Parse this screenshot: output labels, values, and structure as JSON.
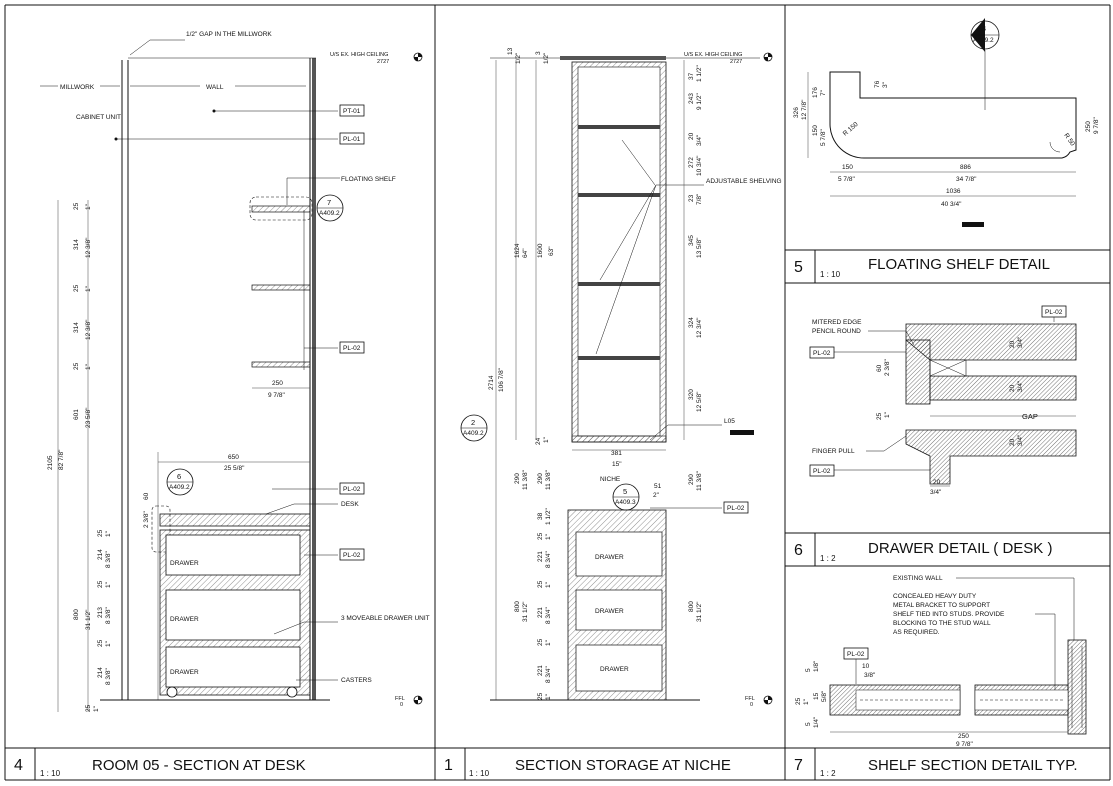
{
  "panel_a": {
    "number": "4",
    "scale": "1 : 10",
    "title": "ROOM 05 - SECTION AT  DESK",
    "gap_note": "1/2\" GAP IN THE MILLWORK",
    "ceiling_label": "U/S EX. HIGH CEILING",
    "ceiling_value": "2727",
    "millwork": "MILLWORK",
    "wall": "WALL",
    "cabinet_unit": "CABINET UNIT",
    "tags": {
      "pt01": "PT-01",
      "pl01": "PL-01",
      "pl02a": "PL-02",
      "pl02b": "PL-02",
      "pl02c": "PL-02"
    },
    "floating_shelf": "FLOATING SHELF",
    "callout_7": {
      "num": "7",
      "sheet": "A409.2"
    },
    "callout_6": {
      "num": "6",
      "sheet": "A409.2"
    },
    "desk": "DESK",
    "drawer_units": "3 MOVEABLE DRAWER UNIT",
    "casters": "CASTERS",
    "drawers": [
      "DRAWER",
      "DRAWER",
      "DRAWER"
    ],
    "ffl": "FFL",
    "ffl_value": "0",
    "dims": {
      "d250": "250",
      "d250i": "9 7/8\"",
      "d650": "650",
      "d650i": "25 5/8\"",
      "d2105": "2105",
      "d2105i": "82 7/8\"",
      "d601": "601",
      "d601i": "23 5/8\"",
      "d800": "800",
      "d800i": "31 1/2\"",
      "left": [
        {
          "mm": "25",
          "in": "1\""
        },
        {
          "mm": "314",
          "in": "12 3/8\""
        },
        {
          "mm": "25",
          "in": "1\""
        },
        {
          "mm": "314",
          "in": "12 3/8\""
        },
        {
          "mm": "25",
          "in": "1\""
        }
      ],
      "desk60": "60",
      "desk60i": "2 3/8\"",
      "drawer_col": [
        {
          "mm": "25",
          "in": "1\""
        },
        {
          "mm": "214",
          "in": "8 3/8\""
        },
        {
          "mm": "25",
          "in": "1\""
        },
        {
          "mm": "213",
          "in": "8 3/8\""
        },
        {
          "mm": "25",
          "in": "1\""
        },
        {
          "mm": "214",
          "in": "8 3/8\""
        }
      ],
      "bottom25": "25",
      "bottom25i": "1\""
    }
  },
  "panel_b": {
    "number": "1",
    "scale": "1 : 10",
    "title": "SECTION STORAGE AT NICHE",
    "ceiling_label": "U/S EX. HIGH CEILING",
    "ceiling_value": "2727",
    "adjustable": "ADJUSTABLE SHELVING",
    "l05": "L05",
    "niche": "NICHE",
    "callout_2": {
      "num": "2",
      "sheet": "A409.2"
    },
    "callout_5": {
      "num": "5",
      "sheet": "A409.3"
    },
    "pl02": "PL-02",
    "drawers": [
      "DRAWER",
      "DRAWER",
      "DRAWER"
    ],
    "ffl": "FFL",
    "ffl_value": "0",
    "dims": {
      "top13": "13",
      "top13i": "1/2\"",
      "top3": "3",
      "top3i": "1/2\"",
      "d1624": "1624",
      "d1624i": "64\"",
      "d1600": "1600",
      "d1600i": "63\"",
      "d2714": "2714",
      "d2714i": "106 7/8\"",
      "d24": "24",
      "d24i": "1\"",
      "d290": "290",
      "d290i": "11 3/8\"",
      "d290b": "290",
      "d290bi": "11 3/8\"",
      "d38": "38",
      "d38i": "1 1/2\"",
      "d381": "381",
      "d381i": "15\"",
      "d51": "51",
      "d51i": "2\"",
      "d800": "800",
      "d800i": "31 1/2\"",
      "d800r": "800",
      "d800ri": "31 1/2\"",
      "right": [
        {
          "mm": "37",
          "in": "1 1/2\""
        },
        {
          "mm": "243",
          "in": "9 1/2\""
        },
        {
          "mm": "20",
          "in": "3/4\""
        },
        {
          "mm": "272",
          "in": "10 3/4\""
        },
        {
          "mm": "23",
          "in": "7/8\""
        },
        {
          "mm": "345",
          "in": "13 5/8\""
        },
        {
          "mm": "324",
          "in": "12 3/4\""
        },
        {
          "mm": "320",
          "in": "12 5/8\""
        }
      ],
      "drawer_col": [
        {
          "mm": "25",
          "in": "1\""
        },
        {
          "mm": "221",
          "in": "8 3/4\""
        },
        {
          "mm": "25",
          "in": "1\""
        },
        {
          "mm": "221",
          "in": "8 3/4\""
        },
        {
          "mm": "25",
          "in": "1\""
        },
        {
          "mm": "221",
          "in": "8 3/4\""
        },
        {
          "mm": "25",
          "in": "1\""
        }
      ]
    }
  },
  "panel_c": {
    "number": "5",
    "scale": "1 : 10",
    "title": "FLOATING SHELF  DETAIL",
    "callout_4": {
      "num": "4",
      "sheet": "A409.2"
    },
    "r150": "R 150",
    "r50": "R 50",
    "dims": {
      "d326": "326",
      "d326i": "12 7/8\"",
      "d176": "176",
      "d176i": "7\"",
      "d150v": "150",
      "d150vi": "5 7/8\"",
      "d76": "76",
      "d76i": "3\"",
      "d250": "250",
      "d250i": "9 7/8\"",
      "d150": "150",
      "d150i": "5 7/8\"",
      "d886": "886",
      "d886i": "34 7/8\"",
      "d1036": "1036",
      "d1036i": "40 3/4\""
    }
  },
  "panel_d": {
    "number": "6",
    "scale": "1 : 2",
    "title": "DRAWER DETAIL ( DESK )",
    "mitered": "MITERED EDGE",
    "pencil": "PENCIL ROUND",
    "pl02a": "PL-02",
    "pl02b": "PL-02",
    "pl02c": "PL-02",
    "finger": "FINGER PULL",
    "gap": "GAP",
    "dims": {
      "d60": "60",
      "d60i": "2 3/8\"",
      "d25": "25",
      "d25i": "1\"",
      "d20a": "20",
      "d20ai": "3/4\"",
      "d20b": "20",
      "d20bi": "3/4\"",
      "d20c": "20",
      "d20ci": "3/4\"",
      "d20h": "20",
      "d20hi": "3/4\""
    }
  },
  "panel_e": {
    "number": "7",
    "scale": "1 : 2",
    "title": "SHELF SECTION DETAIL TYP.",
    "existing_wall": "EXISTING WALL",
    "note": [
      "CONCEALED  HEAVY DUTY",
      "METAL BRACKET TO SUPPORT",
      "SHELF TIED INTO STUDS. PROVIDE",
      "BLOCKING TO THE STUD WALL",
      "AS REQUIRED."
    ],
    "pl02": "PL-02",
    "dims": {
      "d5": "5",
      "d5i": "1/8\"",
      "d10": "10",
      "d10i": "3/8\"",
      "d25": "25",
      "d25i": "1\"",
      "d15": "15",
      "d15i": "5/8\"",
      "d5b": "5",
      "d5bi": "1/4\"",
      "d250": "250",
      "d250i": "9 7/8\""
    }
  }
}
